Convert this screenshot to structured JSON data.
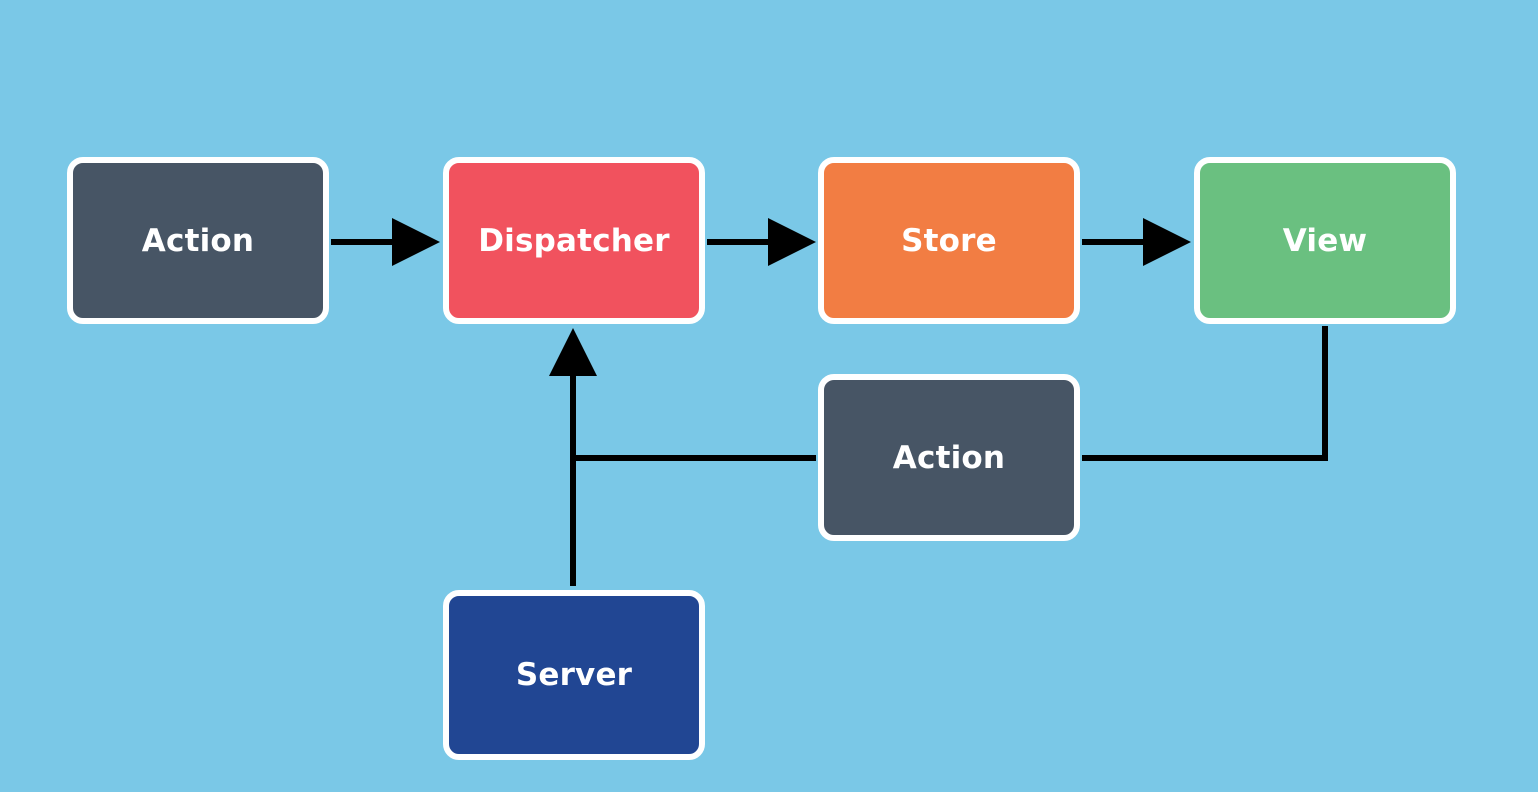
{
  "colors": {
    "background": "#7ac8e7",
    "connector": "#000000",
    "border": "#ffffff"
  },
  "nodes": [
    {
      "id": "action-1",
      "label": "Action",
      "color": "#475565"
    },
    {
      "id": "dispatcher",
      "label": "Dispatcher",
      "color": "#f1525e"
    },
    {
      "id": "store",
      "label": "Store",
      "color": "#f27d43"
    },
    {
      "id": "view",
      "label": "View",
      "color": "#6ac080"
    },
    {
      "id": "action-2",
      "label": "Action",
      "color": "#475565"
    },
    {
      "id": "server",
      "label": "Server",
      "color": "#214693"
    }
  ],
  "edges": [
    {
      "from": "action-1",
      "to": "dispatcher"
    },
    {
      "from": "dispatcher",
      "to": "store"
    },
    {
      "from": "store",
      "to": "view"
    },
    {
      "from": "view",
      "to": "action-2"
    },
    {
      "from": "action-2",
      "to": "dispatcher"
    },
    {
      "from": "server",
      "to": "dispatcher"
    }
  ]
}
